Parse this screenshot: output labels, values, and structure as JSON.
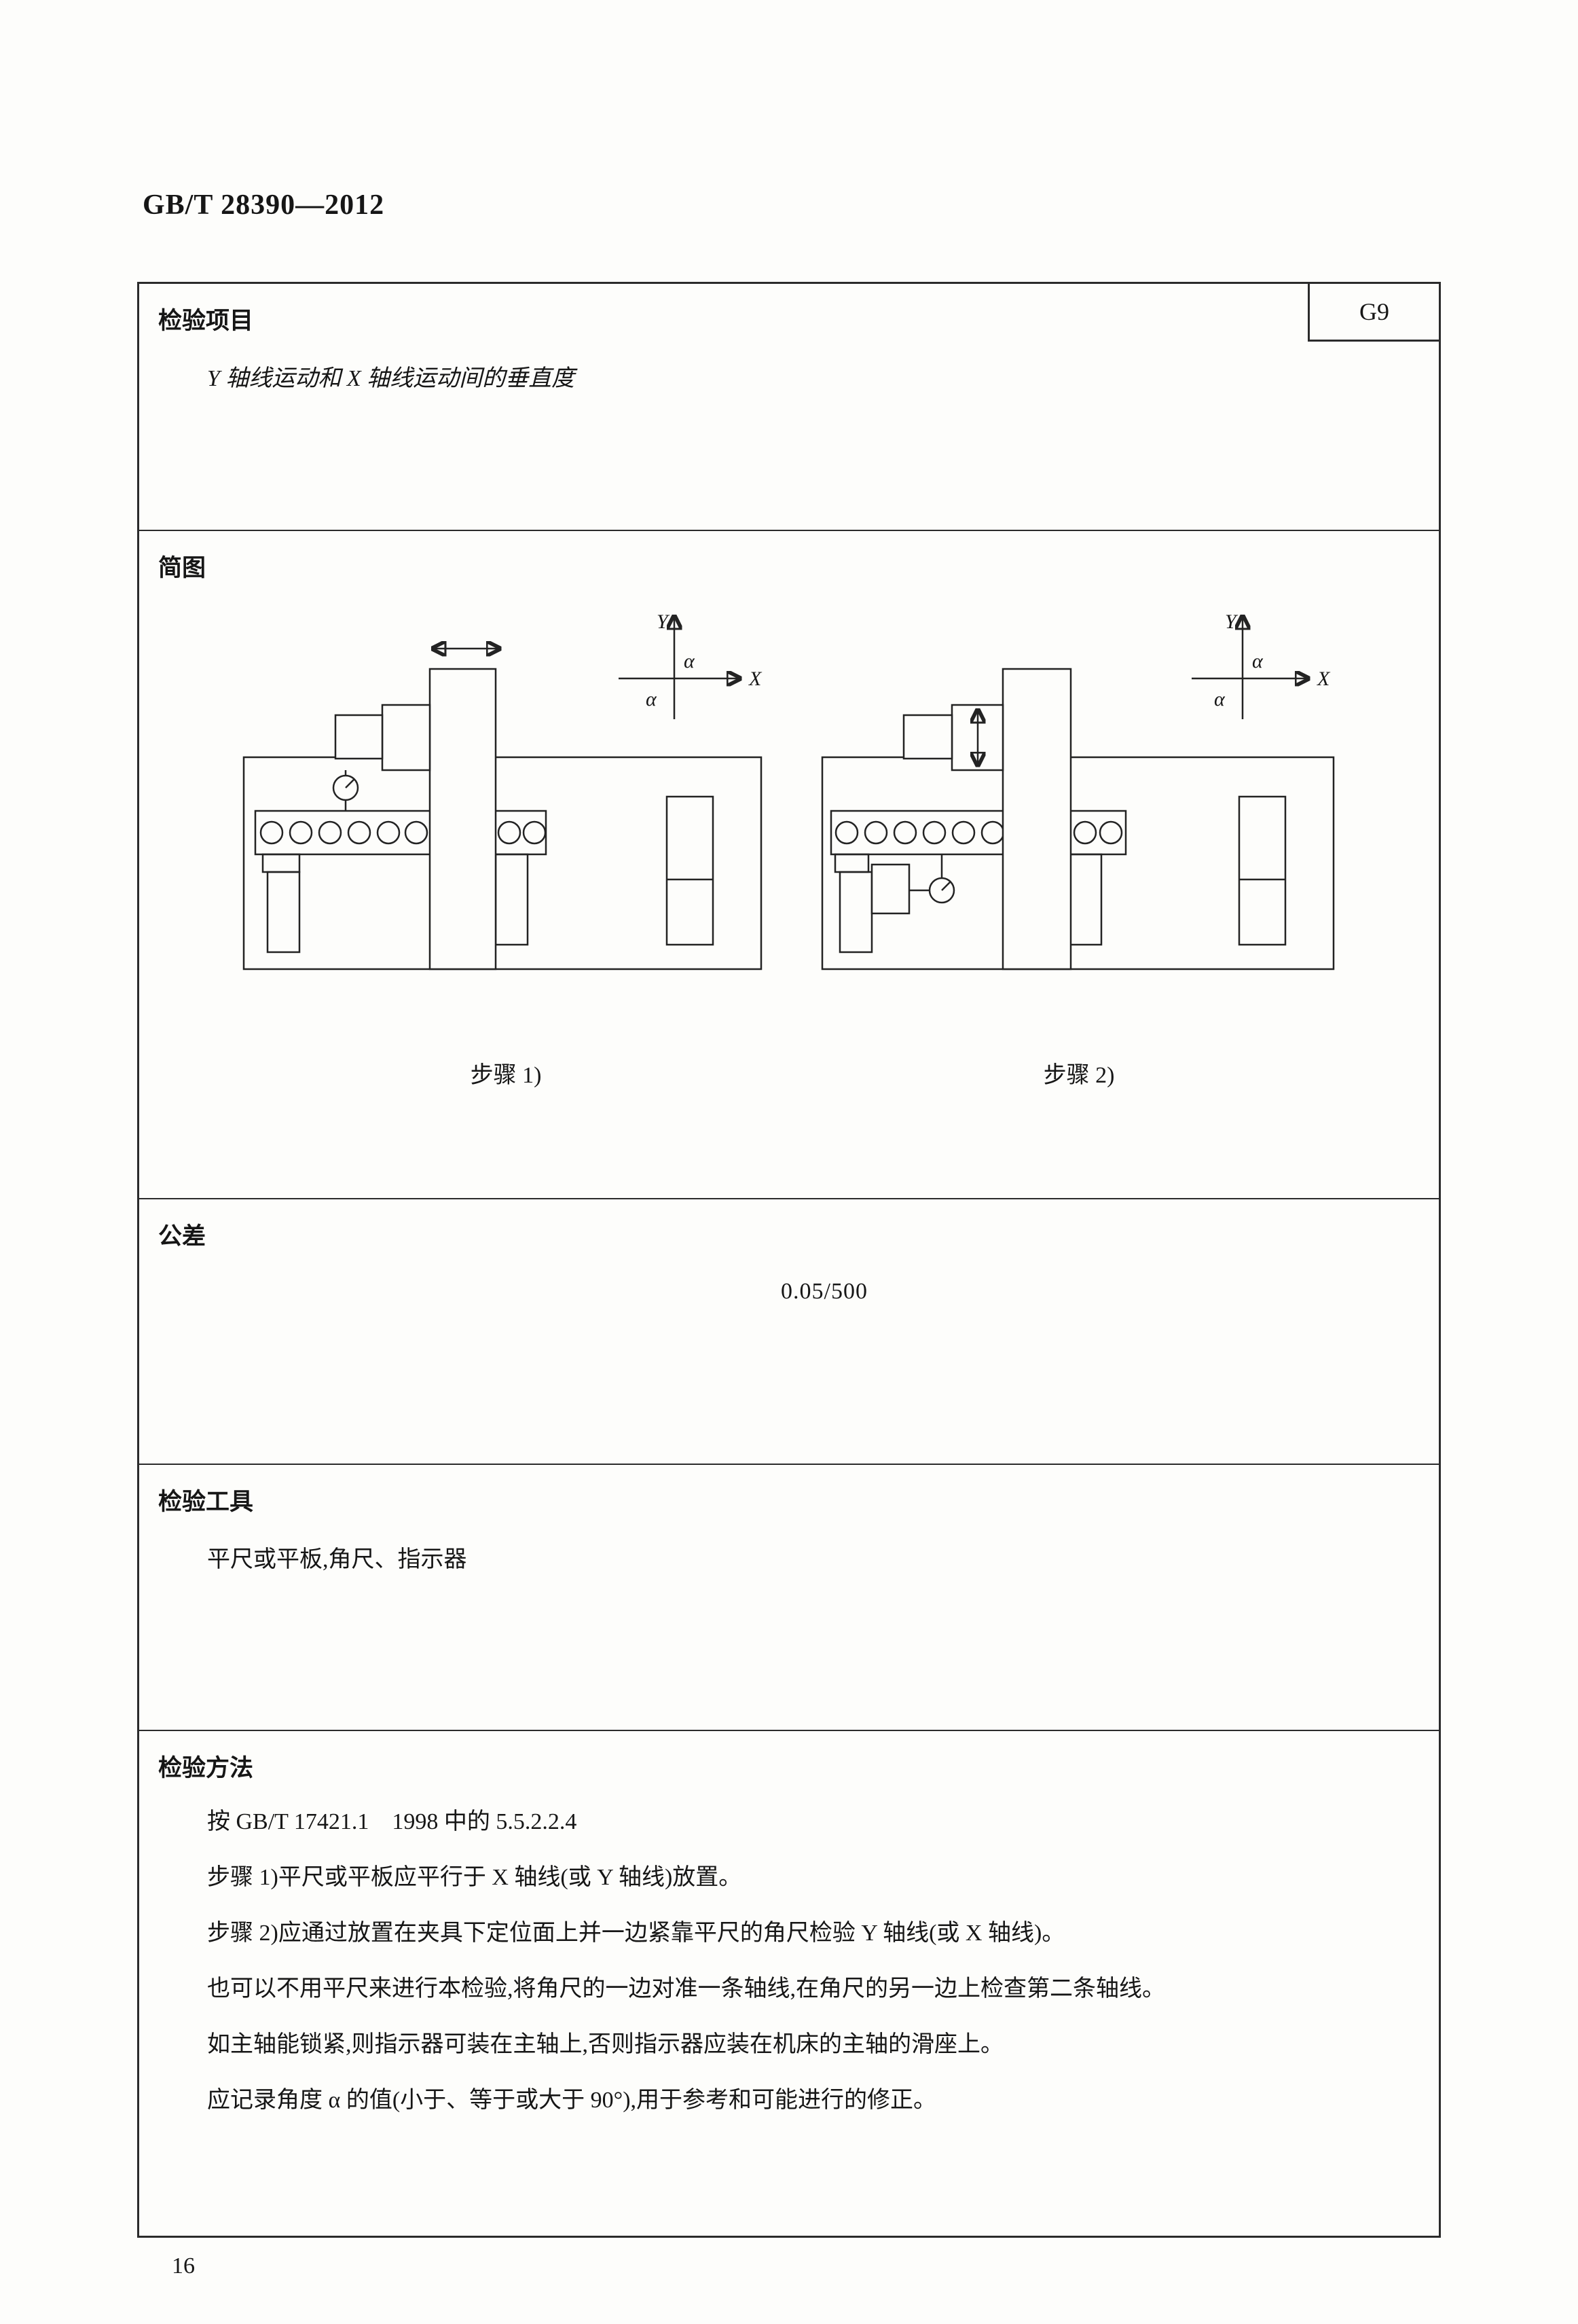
{
  "document": {
    "header": "GB/T 28390—2012",
    "page_number": "16"
  },
  "card": {
    "test_item": {
      "label": "检验项目",
      "code": "G9",
      "description": "Y 轴线运动和 X 轴线运动间的垂直度"
    },
    "diagram": {
      "label": "简图",
      "step1": {
        "caption": "步骤 1)",
        "axis_y": "Y",
        "axis_x": "X",
        "alpha_top": "α",
        "alpha_bottom": "α"
      },
      "step2": {
        "caption": "步骤 2)",
        "axis_y": "Y",
        "axis_x": "X",
        "alpha_top": "α",
        "alpha_bottom": "α"
      }
    },
    "tolerance": {
      "label": "公差",
      "value": "0.05/500"
    },
    "tools": {
      "label": "检验工具",
      "value": "平尺或平板,角尺、指示器"
    },
    "method": {
      "label": "检验方法",
      "lines": [
        "按 GB/T 17421.1　1998 中的 5.5.2.2.4",
        "步骤 1)平尺或平板应平行于 X 轴线(或 Y 轴线)放置。",
        "步骤 2)应通过放置在夹具下定位面上并一边紧靠平尺的角尺检验 Y 轴线(或 X 轴线)。",
        "也可以不用平尺来进行本检验,将角尺的一边对准一条轴线,在角尺的另一边上检查第二条轴线。",
        "如主轴能锁紧,则指示器可装在主轴上,否则指示器应装在机床的主轴的滑座上。",
        "应记录角度 α 的值(小于、等于或大于 90°),用于参考和可能进行的修正。"
      ]
    }
  }
}
